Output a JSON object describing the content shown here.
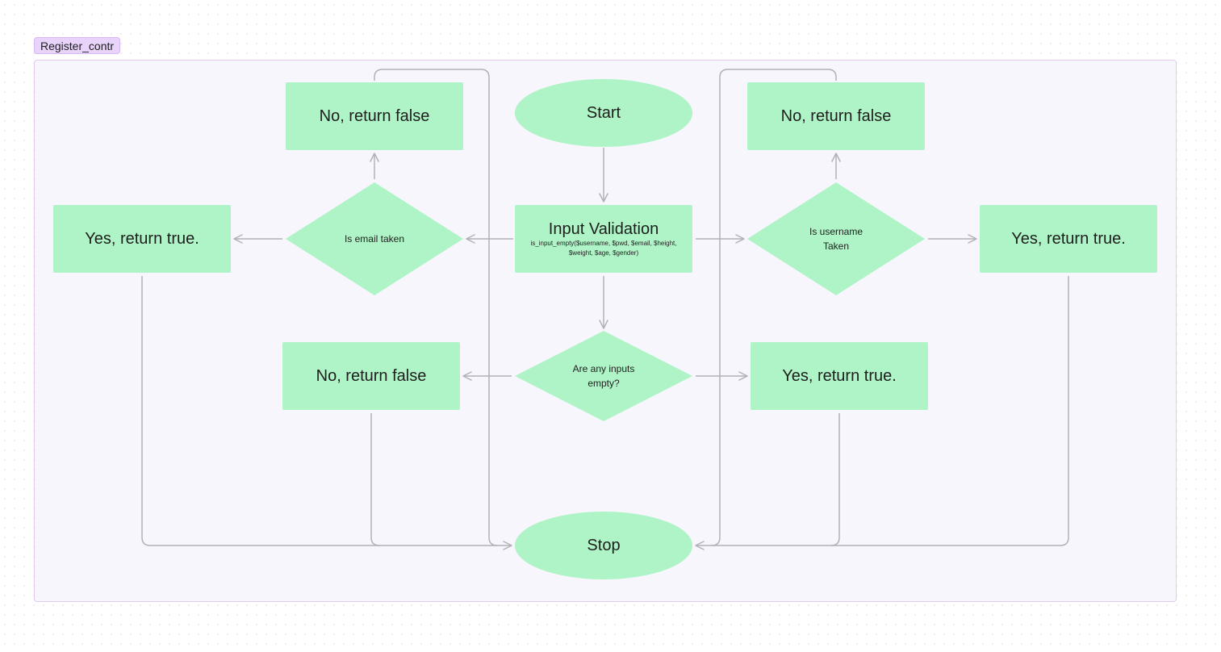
{
  "frame": {
    "label": "Register_contr"
  },
  "nodes": {
    "start": "Start",
    "stop": "Stop",
    "input_validation_title": "Input Validation",
    "input_validation_detail": "is_input_empty($username, $pwd, $email, $height, $weight, $age, $gender)",
    "email_decision": "Is email taken",
    "username_decision": "Is username\nTaken",
    "empty_decision": "Are any inputs\nempty?",
    "email_false": "No, return false",
    "email_true": "Yes, return true.",
    "username_false": "No, return false",
    "username_true": "Yes, return true.",
    "empty_false": "No, return false",
    "empty_true": "Yes, return true."
  },
  "colors": {
    "node_fill": "#aff4c6",
    "connector": "#b3b0b8",
    "frame_fill": "#f8f6fd",
    "frame_border": "#e4caf3",
    "label_fill": "#e8d4fb"
  }
}
